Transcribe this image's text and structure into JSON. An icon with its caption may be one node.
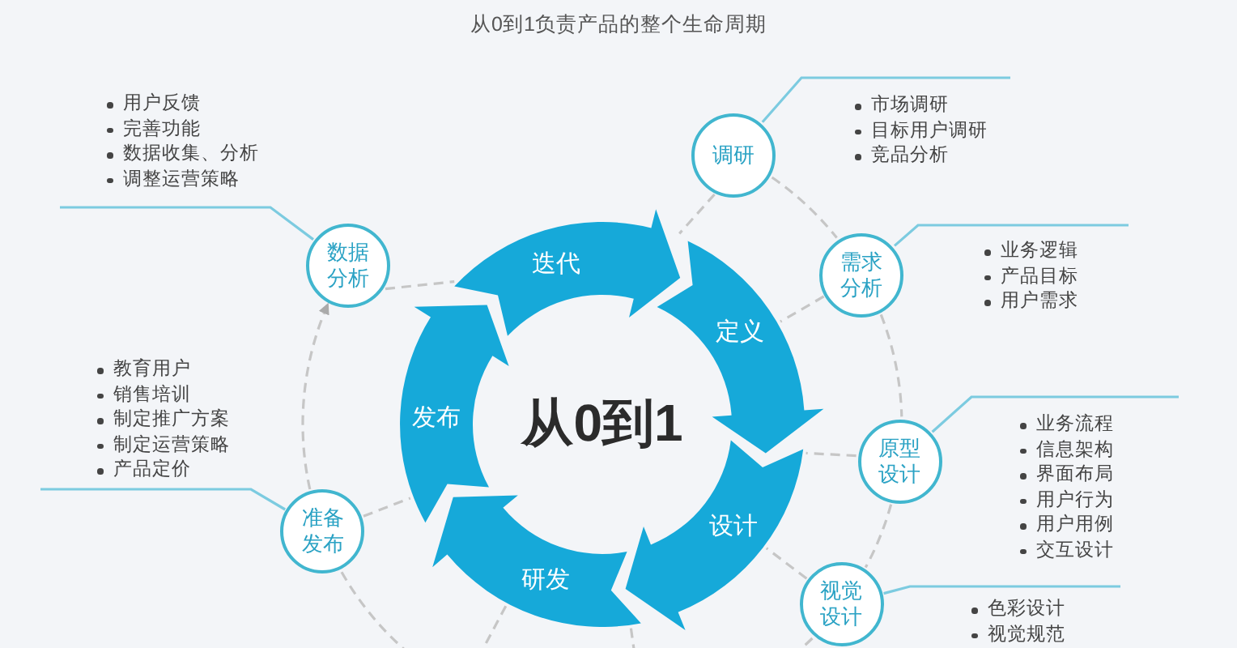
{
  "diagram": {
    "title": "从0到1负责产品的整个生命周期",
    "nodes": [
      {
        "text": [
          "调研"
        ]
      },
      {
        "text": [
          "市场调研",
          "目标用户调研",
          "竞品分析"
        ]
      },
      {
        "text": [
          "需求分析"
        ]
      },
      {
        "text": [
          "业务逻辑",
          "产品目标",
          "用户需求"
        ]
      },
      {
        "text": [
          "原型设计"
        ]
      },
      {
        "text": [
          "业务流程",
          "信息架构",
          "界面布局",
          "用户行为",
          "用户用例",
          "交互设计"
        ]
      },
      {
        "text": [
          "视觉设计"
        ]
      },
      {
        "text": [
          "色彩设计",
          "视觉规范"
        ]
      },
      {
        "text": [
          "准备发布"
        ]
      },
      {
        "text": [
          "教育用户",
          "销售培训",
          "制定推广方案",
          "制定运营策略",
          "产品定价"
        ]
      },
      {
        "text": [
          "数据分析"
        ]
      },
      {
        "text": [
          "用户反馈",
          "完善功能",
          "数据收集、分析",
          "调整运营策略"
        ]
      },
      {
        "text": [
          "从0到1"
        ]
      },
      {
        "text": [
          "迭代"
        ]
      },
      {
        "text": [
          "定义"
        ]
      },
      {
        "text": [
          "设计"
        ]
      },
      {
        "text": [
          "研发"
        ]
      },
      {
        "text": [
          "发布"
        ]
      }
    ],
    "edges": [
      {
        "from": 0,
        "to": 13,
        "arrow": "none",
        "style": "dashed"
      },
      {
        "from": 2,
        "to": 14,
        "arrow": "none",
        "style": "dashed"
      },
      {
        "from": 4,
        "to": 15,
        "arrow": "none",
        "style": "dashed"
      },
      {
        "from": 6,
        "to": 15,
        "arrow": "none",
        "style": "dashed"
      },
      {
        "from": 8,
        "to": 17,
        "arrow": "none",
        "style": "dashed"
      },
      {
        "from": 10,
        "to": 13,
        "arrow": "none",
        "style": "dashed"
      },
      {
        "from": 16,
        "to": null,
        "arrow": "none",
        "style": "dashed"
      },
      {
        "from": 16,
        "to": null,
        "arrow": "none",
        "style": "dashed"
      },
      {
        "from": 0,
        "to": 2,
        "arrow": "none",
        "style": "dashed"
      },
      {
        "from": 2,
        "to": 4,
        "arrow": "none",
        "style": "dashed"
      },
      {
        "from": 4,
        "to": 6,
        "arrow": "none",
        "style": "dashed"
      },
      {
        "from": 6,
        "to": null,
        "arrow": "none",
        "style": "dashed"
      },
      {
        "from": 8,
        "to": null,
        "arrow": "none",
        "style": "dashed"
      },
      {
        "from": 8,
        "to": 10,
        "arrow": "to",
        "style": "dashed"
      },
      {
        "from": 11,
        "to": 10,
        "arrow": "none",
        "color": "#7ccbe0"
      },
      {
        "from": 1,
        "to": 0,
        "arrow": "none",
        "color": "#7ccbe0"
      },
      {
        "from": 3,
        "to": 2,
        "arrow": "none",
        "color": "#7ccbe0"
      },
      {
        "from": 5,
        "to": 4,
        "arrow": "none",
        "color": "#7ccbe0"
      },
      {
        "from": 7,
        "to": 6,
        "arrow": "none",
        "color": "#7ccbe0"
      },
      {
        "from": 9,
        "to": 8,
        "arrow": "none",
        "color": "#7ccbe0"
      }
    ]
  }
}
